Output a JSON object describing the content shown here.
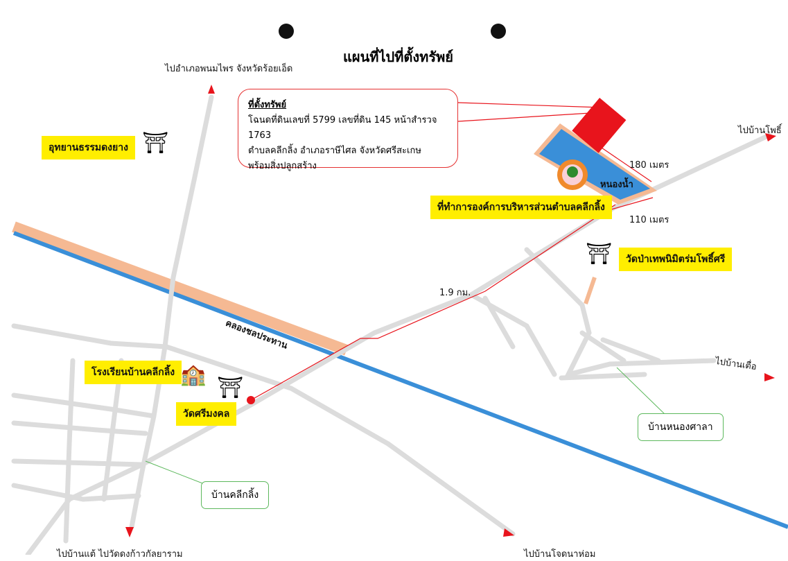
{
  "title": "แผนที่ไปที่ตั้งทรัพย์",
  "callout": {
    "heading": "ที่ตั้งทรัพย์",
    "lines": [
      "โฉนดที่ดินเลขที่ 5799 เลขที่ดิน 145 หน้าสำรวจ 1763",
      "ตำบลคลีกลิ้ง อำเภอราษีไศล จังหวัดศรีสะเกษ",
      "พร้อมสิ่งปลูกสร้าง"
    ]
  },
  "directions": {
    "north": "ไปอำเภอพนมไพร จังหวัดร้อยเอ็ด",
    "east_top": "ไปบ้านโพธิ์",
    "east": "ไปบ้านเตื่อ",
    "south_west": "ไปบ้านแต้ ไปวัดดงก้าวกัลยาราม",
    "south_east": "ไปบ้านโจดนาห่อม"
  },
  "places": {
    "park": "อุทยานธรรมดงยาง",
    "sao": "ที่ทำการองค์การบริหารส่วนตำบลคลีกลิ้ง",
    "temple_east": "วัดป่าเทพนิมิตร่มโพธิ์ศรี",
    "school": "โรงเรียนบ้านคลีกลิ้ง",
    "temple_west": "วัดศรีมงคล",
    "village_east": "บ้านหนองศาลา",
    "village_west": "บ้านคลีกลิ้ง",
    "pond": "หนองน้ำ",
    "canal": "คลองชลประทาน"
  },
  "distances": {
    "main": "1.9 กม.",
    "d180": "180 เมตร",
    "d110": "110 เมตร"
  },
  "colors": {
    "road": "#dcdcdc",
    "canal": "#3a8fd8",
    "canal_bank": "#f5b993",
    "route": "#e8141c",
    "label_bg": "#ffee00"
  }
}
